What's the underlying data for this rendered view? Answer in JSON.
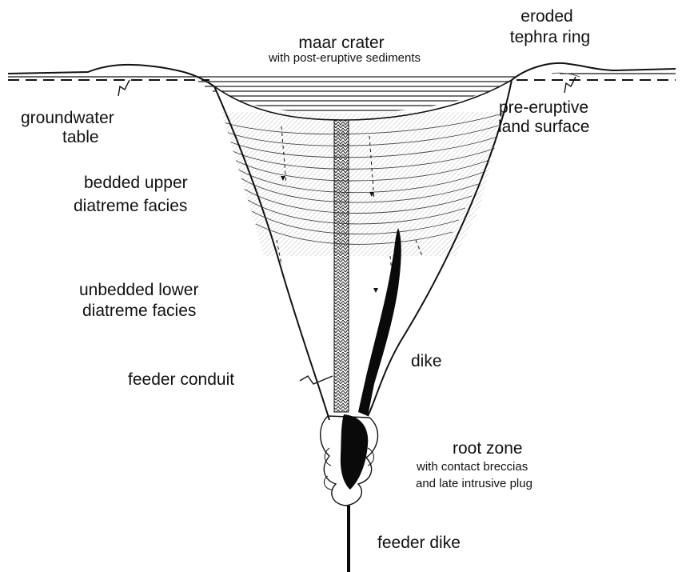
{
  "labels": {
    "maar_crater": "maar crater",
    "post_eruptive_sediments": "with post-eruptive sediments",
    "eroded": "eroded",
    "tephra_ring": "tephra ring",
    "groundwater": "groundwater",
    "table": "table",
    "pre_eruptive": "pre-eruptive",
    "land_surface": "land surface",
    "bedded_upper": "bedded upper",
    "diatreme_facies_upper": "diatreme facies",
    "unbedded_lower": "unbedded lower",
    "diatreme_facies_lower": "diatreme facies",
    "dike": "dike",
    "feeder_conduit": "feeder conduit",
    "root_zone": "root zone",
    "contact_breccias": "with contact breccias",
    "late_intrusive_plug": "and late intrusive plug",
    "feeder_dike": "feeder dike"
  }
}
